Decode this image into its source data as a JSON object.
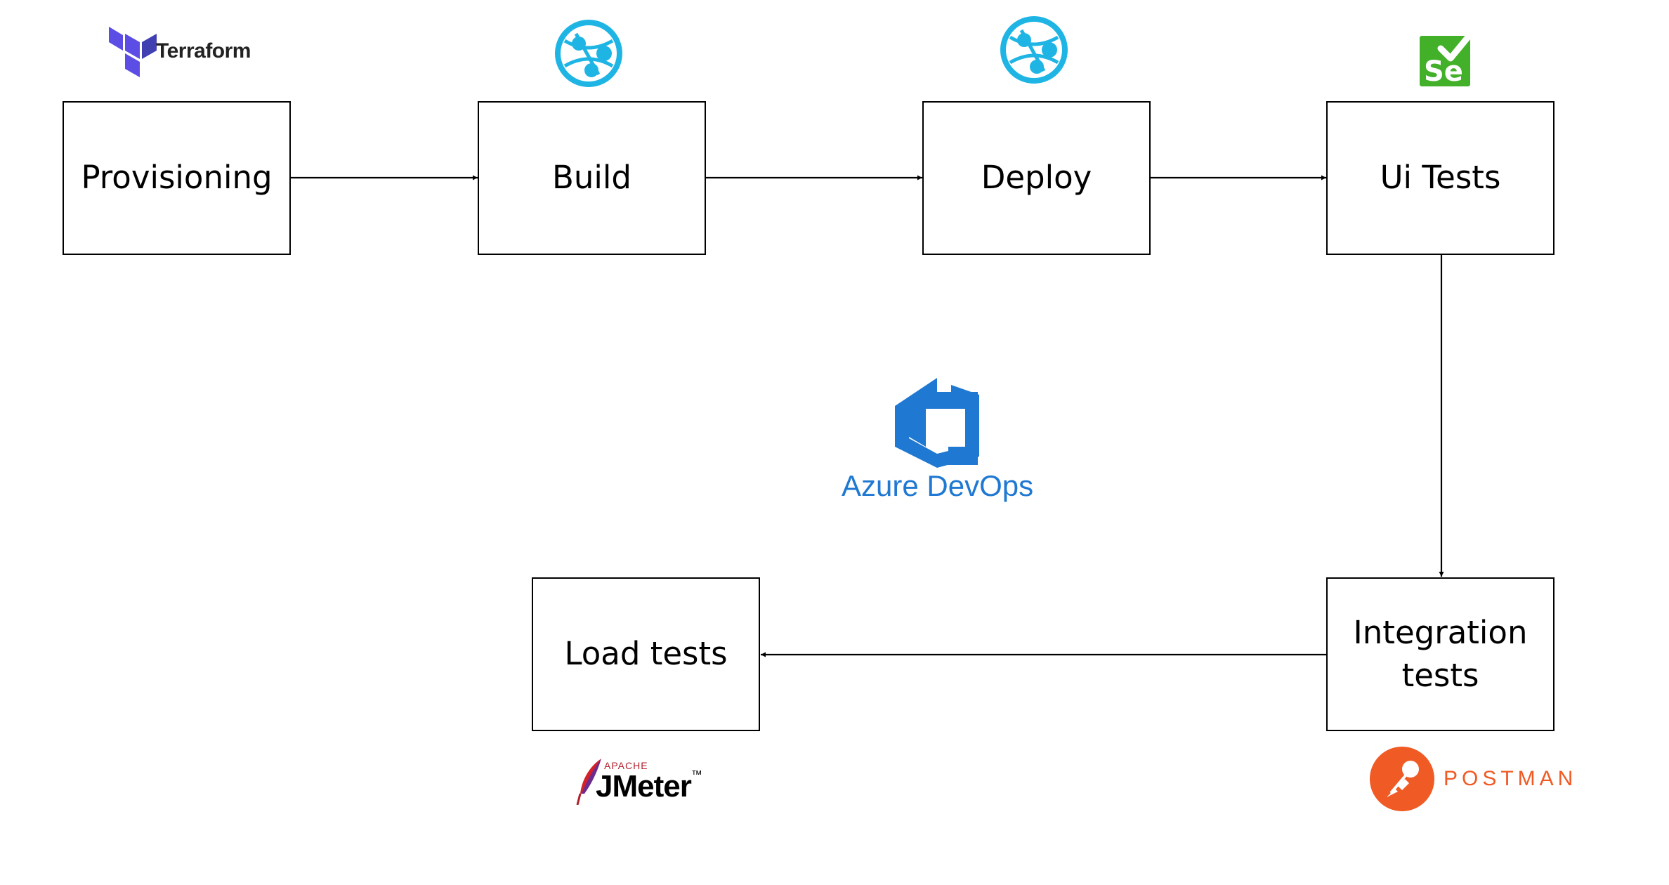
{
  "diagram": {
    "steps": {
      "provisioning": "Provisioning",
      "build": "Build",
      "deploy": "Deploy",
      "ui_tests": "Ui Tests",
      "integration_tests": "Integration tests",
      "load_tests": "Load tests"
    },
    "edges": [
      {
        "from": "Provisioning",
        "to": "Build"
      },
      {
        "from": "Build",
        "to": "Deploy"
      },
      {
        "from": "Deploy",
        "to": "Ui Tests"
      },
      {
        "from": "Ui Tests",
        "to": "Integration tests"
      },
      {
        "from": "Integration tests",
        "to": "Load tests"
      }
    ]
  },
  "logos": {
    "terraform": {
      "text": "Terraform",
      "color": "#5C4EE5"
    },
    "azure_app_service": {
      "icon": "azure-app-service-icon",
      "color": "#1EB5E5"
    },
    "selenium": {
      "text": "Se",
      "color": "#43B02A"
    },
    "azure_devops": {
      "text": "Azure DevOps",
      "color": "#1F78D1"
    },
    "jmeter": {
      "apache": "APACHE",
      "text": "JMeter",
      "tm": "™",
      "color": "#B0212C"
    },
    "postman": {
      "text": "POSTMAN",
      "color": "#F05A24"
    }
  }
}
